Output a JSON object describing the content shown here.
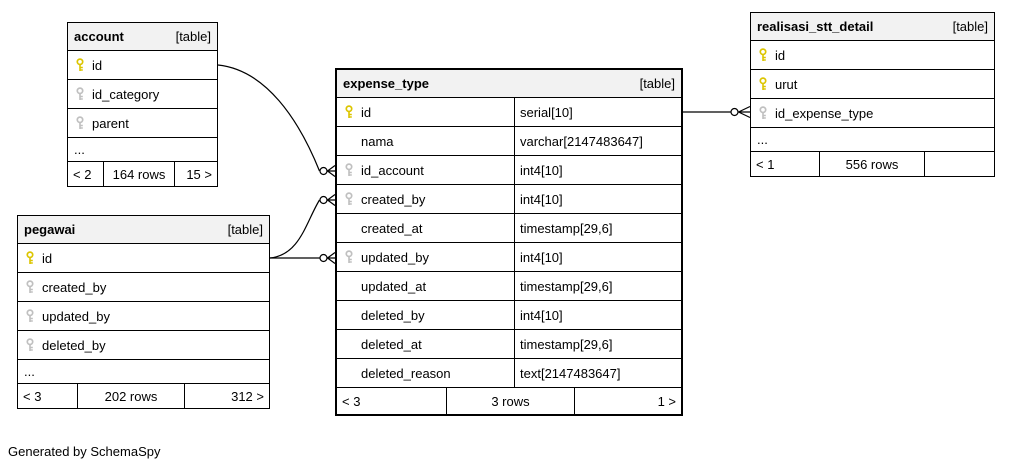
{
  "footer_note": "Generated by SchemaSpy",
  "colors": {
    "primary_key": "#dcc500",
    "foreign_key": "#c0c0c0",
    "node_border": "#000000",
    "header_bg": "#f2f2f2",
    "background": "#ffffff"
  },
  "icons": {
    "primary_key": "key-icon-yellow",
    "foreign_key": "key-icon-gray",
    "cardinality": "zero-or-many-crow-foot"
  },
  "tables": {
    "account": {
      "title": "account",
      "badge": "[table]",
      "columns": [
        {
          "name": "id",
          "key": "primary"
        },
        {
          "name": "id_category",
          "key": "foreign"
        },
        {
          "name": "parent",
          "key": "foreign"
        }
      ],
      "ellipsis": "...",
      "pager": {
        "prev": "< 2",
        "rows": "164 rows",
        "next": "15 >"
      }
    },
    "pegawai": {
      "title": "pegawai",
      "badge": "[table]",
      "columns": [
        {
          "name": "id",
          "key": "primary"
        },
        {
          "name": "created_by",
          "key": "foreign"
        },
        {
          "name": "updated_by",
          "key": "foreign"
        },
        {
          "name": "deleted_by",
          "key": "foreign"
        }
      ],
      "ellipsis": "...",
      "pager": {
        "prev": "< 3",
        "rows": "202 rows",
        "next": "312 >"
      }
    },
    "expense_type": {
      "title": "expense_type",
      "badge": "[table]",
      "columns": [
        {
          "name": "id",
          "type": "serial[10]",
          "key": "primary"
        },
        {
          "name": "nama",
          "type": "varchar[2147483647]",
          "key": "none"
        },
        {
          "name": "id_account",
          "type": "int4[10]",
          "key": "foreign"
        },
        {
          "name": "created_by",
          "type": "int4[10]",
          "key": "foreign"
        },
        {
          "name": "created_at",
          "type": "timestamp[29,6]",
          "key": "none"
        },
        {
          "name": "updated_by",
          "type": "int4[10]",
          "key": "foreign"
        },
        {
          "name": "updated_at",
          "type": "timestamp[29,6]",
          "key": "none"
        },
        {
          "name": "deleted_by",
          "type": "int4[10]",
          "key": "none"
        },
        {
          "name": "deleted_at",
          "type": "timestamp[29,6]",
          "key": "none"
        },
        {
          "name": "deleted_reason",
          "type": "text[2147483647]",
          "key": "none"
        }
      ],
      "pager": {
        "prev": "< 3",
        "rows": "3 rows",
        "next": "1 >"
      }
    },
    "realisasi_stt_detail": {
      "title": "realisasi_stt_detail",
      "badge": "[table]",
      "columns": [
        {
          "name": "id",
          "key": "primary"
        },
        {
          "name": "urut",
          "key": "primary"
        },
        {
          "name": "id_expense_type",
          "key": "foreign"
        }
      ],
      "ellipsis": "...",
      "pager": {
        "prev": "< 1",
        "rows": "556 rows",
        "next": ""
      }
    }
  }
}
